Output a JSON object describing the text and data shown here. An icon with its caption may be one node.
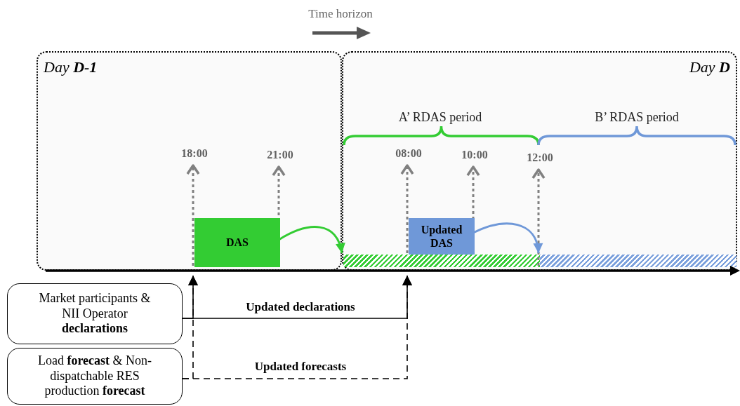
{
  "diagram": {
    "nodes": [
      {
        "text": [
          "Day **D-1**"
        ]
      },
      {
        "text": [
          "Day **D**"
        ]
      },
      {
        "text": [
          "18:00"
        ],
        "in": 0
      },
      {
        "text": [
          "21:00"
        ],
        "in": 0
      },
      {
        "text": [
          "08:00"
        ],
        "in": 1
      },
      {
        "text": [
          "10:00"
        ],
        "in": 1
      },
      {
        "text": [
          "12:00"
        ],
        "in": 1
      },
      {
        "text": [
          "DAS"
        ],
        "in": 0
      },
      {
        "text": [
          "Updated DAS"
        ],
        "in": 1
      },
      {
        "text": [],
        "shape": "bar",
        "in": 1
      },
      {
        "text": [],
        "shape": "bar",
        "in": 1
      },
      {
        "text": [
          "Market participants & NII Operator **declarations**"
        ]
      },
      {
        "text": [
          "Load **forecast** & Non-dispatchable RES production **forecast**"
        ]
      },
      {
        "text": [],
        "shape": "axis"
      }
    ],
    "edges": [
      {
        "from": 13,
        "to": 2,
        "arrow": "to",
        "style": "dashed",
        "color": "#808080"
      },
      {
        "from": 13,
        "to": 3,
        "arrow": "to",
        "style": "dashed",
        "color": "#808080"
      },
      {
        "from": 9,
        "to": 4,
        "arrow": "to",
        "style": "dashed",
        "color": "#808080"
      },
      {
        "from": 9,
        "to": 5,
        "arrow": "to",
        "style": "dashed",
        "color": "#808080"
      },
      {
        "from": 13,
        "to": 6,
        "arrow": "to",
        "style": "dashed",
        "color": "#808080"
      },
      {
        "from": 7,
        "to": 9,
        "arrow": "to",
        "color": "#33cc33"
      },
      {
        "from": 8,
        "to": 10,
        "arrow": "to",
        "color": "#6f98d8"
      },
      {
        "from": 11,
        "to": 13,
        "arrow": "to",
        "color": "#000000",
        "label": "Updated declarations"
      },
      {
        "from": 11,
        "to": 13,
        "arrow": "to",
        "color": "#000000"
      },
      {
        "from": 12,
        "to": 13,
        "arrow": "to",
        "color": "#000000",
        "style": "dashed",
        "label": "Updated forecasts"
      },
      {
        "from": 12,
        "to": 13,
        "arrow": "to",
        "color": "#000000",
        "style": "dashed"
      }
    ],
    "labels": [
      "Time horizon",
      "A’ RDAS period",
      "B’ RDAS period"
    ]
  }
}
